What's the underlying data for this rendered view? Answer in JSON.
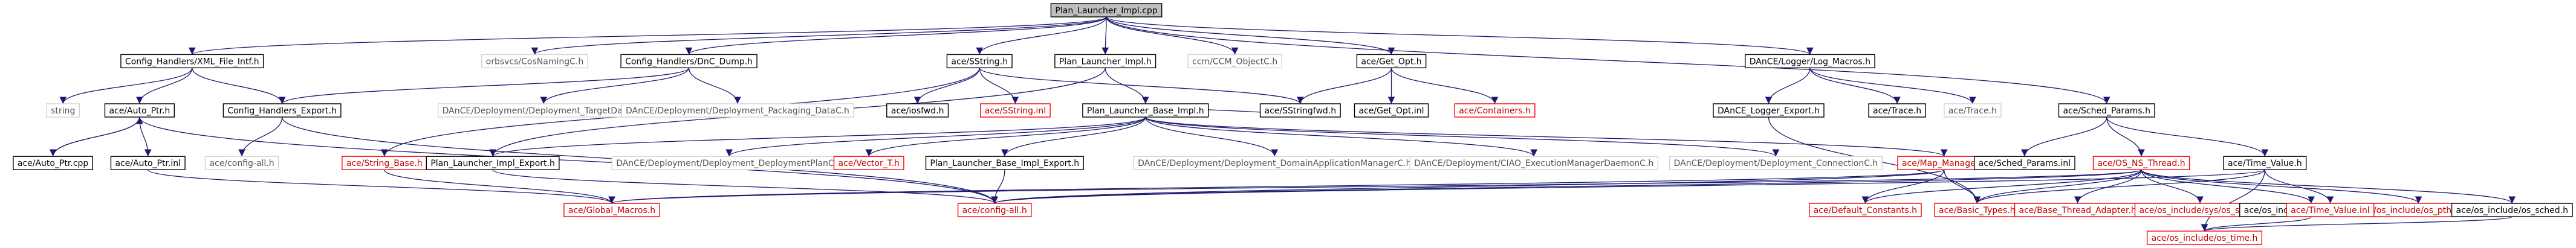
{
  "colors": {
    "edge": "#191970",
    "normal_border": "#000000",
    "missing_border": "#d3d3d3",
    "incomplete_border": "#ff0000",
    "root_fill": "#bfbfbf",
    "text_normal": "#000000",
    "text_missing": "#555555",
    "text_incomplete": "#c00000"
  },
  "nodes": [
    {
      "id": "root",
      "label": "Plan_Launcher_Impl.cpp",
      "style": "root"
    },
    {
      "id": "cfg_xml",
      "label": "Config_Handlers/XML_File_Intf.h",
      "style": "normal"
    },
    {
      "id": "orbsvcs",
      "label": "orbsvcs/CosNamingC.h",
      "style": "missing"
    },
    {
      "id": "cfg_dnc",
      "label": "Config_Handlers/DnC_Dump.h",
      "style": "normal"
    },
    {
      "id": "sstring",
      "label": "ace/SString.h",
      "style": "normal"
    },
    {
      "id": "pli_h",
      "label": "Plan_Launcher_Impl.h",
      "style": "normal"
    },
    {
      "id": "ccm_obj",
      "label": "ccm/CCM_ObjectC.h",
      "style": "missing"
    },
    {
      "id": "get_opt",
      "label": "ace/Get_Opt.h",
      "style": "normal"
    },
    {
      "id": "dance_log",
      "label": "DAnCE/Logger/Log_Macros.h",
      "style": "normal"
    },
    {
      "id": "string",
      "label": "string",
      "style": "missing"
    },
    {
      "id": "auto_ptr_h",
      "label": "ace/Auto_Ptr.h",
      "style": "normal"
    },
    {
      "id": "cfg_export",
      "label": "Config_Handlers_Export.h",
      "style": "normal"
    },
    {
      "id": "target_data",
      "label": "DAnCE/Deployment/Deployment_TargetDataC.h",
      "style": "missing"
    },
    {
      "id": "packaging",
      "label": "DAnCE/Deployment/Deployment_Packaging_DataC.h",
      "style": "missing"
    },
    {
      "id": "iosfwd",
      "label": "ace/iosfwd.h",
      "style": "normal"
    },
    {
      "id": "sstring_inl",
      "label": "ace/SString.inl",
      "style": "incomplete"
    },
    {
      "id": "plbi_h",
      "label": "Plan_Launcher_Base_Impl.h",
      "style": "normal"
    },
    {
      "id": "sstringfwd",
      "label": "ace/SStringfwd.h",
      "style": "normal"
    },
    {
      "id": "get_opt_inl",
      "label": "ace/Get_Opt.inl",
      "style": "normal"
    },
    {
      "id": "containers",
      "label": "ace/Containers.h",
      "style": "incomplete"
    },
    {
      "id": "dance_logger_export",
      "label": "DAnCE_Logger_Export.h",
      "style": "normal"
    },
    {
      "id": "trace_h",
      "label": "ace/Trace.h",
      "style": "normal"
    },
    {
      "id": "trace_h2",
      "label": "ace/Trace.h",
      "style": "missing"
    },
    {
      "id": "sched_params_h",
      "label": "ace/Sched_Params.h",
      "style": "normal"
    },
    {
      "id": "auto_ptr_cpp",
      "label": "ace/Auto_Ptr.cpp",
      "style": "normal"
    },
    {
      "id": "auto_ptr_inl",
      "label": "ace/Auto_Ptr.inl",
      "style": "normal"
    },
    {
      "id": "config_all_left",
      "label": "ace/config-all.h",
      "style": "missing"
    },
    {
      "id": "string_base",
      "label": "ace/String_Base.h",
      "style": "incomplete"
    },
    {
      "id": "pli_export",
      "label": "Plan_Launcher_Impl_Export.h",
      "style": "normal"
    },
    {
      "id": "plan_c",
      "label": "DAnCE/Deployment/Deployment_DeploymentPlanC.h",
      "style": "missing"
    },
    {
      "id": "vector_t",
      "label": "ace/Vector_T.h",
      "style": "incomplete"
    },
    {
      "id": "plbi_export",
      "label": "Plan_Launcher_Base_Impl_Export.h",
      "style": "normal"
    },
    {
      "id": "dam_c",
      "label": "DAnCE/Deployment/Deployment_DomainApplicationManagerC.h",
      "style": "missing"
    },
    {
      "id": "ciao_emd",
      "label": "DAnCE/Deployment/CIAO_ExecutionManagerDaemonC.h",
      "style": "missing"
    },
    {
      "id": "connection_c",
      "label": "DAnCE/Deployment/Deployment_ConnectionC.h",
      "style": "missing"
    },
    {
      "id": "map_manager",
      "label": "ace/Map_Manager.h",
      "style": "incomplete"
    },
    {
      "id": "sched_params_inl",
      "label": "ace/Sched_Params.inl",
      "style": "normal"
    },
    {
      "id": "os_ns_thread",
      "label": "ace/OS_NS_Thread.h",
      "style": "incomplete"
    },
    {
      "id": "time_value_h",
      "label": "ace/Time_Value.h",
      "style": "normal"
    },
    {
      "id": "global_macros",
      "label": "ace/Global_Macros.h",
      "style": "incomplete"
    },
    {
      "id": "config_all",
      "label": "ace/config-all.h",
      "style": "incomplete"
    },
    {
      "id": "default_constants",
      "label": "ace/Default_Constants.h",
      "style": "incomplete"
    },
    {
      "id": "basic_types",
      "label": "ace/Basic_Types.h",
      "style": "incomplete"
    },
    {
      "id": "base_thread_adapter",
      "label": "ace/Base_Thread_Adapter.h",
      "style": "incomplete"
    },
    {
      "id": "sys_sem",
      "label": "ace/os_include/sys/os_sem.h",
      "style": "incomplete"
    },
    {
      "id": "os_semaphore",
      "label": "ace/os_include/os_semaphore.h",
      "style": "normal"
    },
    {
      "id": "os_pthread",
      "label": "ace/os_include/os_pthread.h",
      "style": "incomplete"
    },
    {
      "id": "os_sched",
      "label": "ace/os_include/os_sched.h",
      "style": "normal"
    },
    {
      "id": "time_value_inl",
      "label": "ace/Time_Value.inl",
      "style": "incomplete"
    },
    {
      "id": "os_time",
      "label": "ace/os_include/os_time.h",
      "style": "incomplete"
    }
  ],
  "edges": [
    [
      "root",
      "cfg_xml"
    ],
    [
      "root",
      "orbsvcs"
    ],
    [
      "root",
      "cfg_dnc"
    ],
    [
      "root",
      "sstring"
    ],
    [
      "root",
      "pli_h"
    ],
    [
      "root",
      "ccm_obj"
    ],
    [
      "root",
      "get_opt"
    ],
    [
      "root",
      "dance_log"
    ],
    [
      "root",
      "sched_params_h"
    ],
    [
      "cfg_xml",
      "string"
    ],
    [
      "cfg_xml",
      "auto_ptr_h"
    ],
    [
      "cfg_xml",
      "cfg_export"
    ],
    [
      "cfg_dnc",
      "cfg_export"
    ],
    [
      "cfg_dnc",
      "target_data"
    ],
    [
      "cfg_dnc",
      "packaging"
    ],
    [
      "auto_ptr_h",
      "auto_ptr_cpp"
    ],
    [
      "auto_ptr_h",
      "auto_ptr_inl"
    ],
    [
      "auto_ptr_cpp",
      "auto_ptr_h"
    ],
    [
      "auto_ptr_inl",
      "global_macros"
    ],
    [
      "auto_ptr_h",
      "config_all"
    ],
    [
      "cfg_export",
      "config_all_left"
    ],
    [
      "cfg_export",
      "config_all"
    ],
    [
      "sstring",
      "iosfwd"
    ],
    [
      "sstring",
      "sstring_inl"
    ],
    [
      "sstring",
      "sstringfwd"
    ],
    [
      "sstring",
      "string_base"
    ],
    [
      "pli_h",
      "plbi_h"
    ],
    [
      "pli_h",
      "pli_export"
    ],
    [
      "plbi_h",
      "sstringfwd"
    ],
    [
      "plbi_h",
      "pli_export"
    ],
    [
      "plbi_h",
      "plan_c"
    ],
    [
      "plbi_h",
      "vector_t"
    ],
    [
      "plbi_h",
      "plbi_export"
    ],
    [
      "plbi_h",
      "dam_c"
    ],
    [
      "plbi_h",
      "ciao_emd"
    ],
    [
      "plbi_h",
      "connection_c"
    ],
    [
      "plbi_h",
      "map_manager"
    ],
    [
      "pli_export",
      "config_all"
    ],
    [
      "plbi_export",
      "config_all"
    ],
    [
      "get_opt",
      "sstringfwd"
    ],
    [
      "get_opt",
      "get_opt_inl"
    ],
    [
      "get_opt",
      "containers"
    ],
    [
      "dance_log",
      "dance_logger_export"
    ],
    [
      "dance_log",
      "trace_h"
    ],
    [
      "dance_log",
      "trace_h2"
    ],
    [
      "dance_logger_export",
      "basic_types"
    ],
    [
      "map_manager",
      "global_macros"
    ],
    [
      "map_manager",
      "config_all"
    ],
    [
      "map_manager",
      "default_constants"
    ],
    [
      "map_manager",
      "basic_types"
    ],
    [
      "string_base",
      "global_macros"
    ],
    [
      "sched_params_h",
      "sched_params_inl"
    ],
    [
      "sched_params_h",
      "os_ns_thread"
    ],
    [
      "sched_params_h",
      "time_value_h"
    ],
    [
      "os_ns_thread",
      "global_macros"
    ],
    [
      "os_ns_thread",
      "config_all"
    ],
    [
      "os_ns_thread",
      "default_constants"
    ],
    [
      "os_ns_thread",
      "basic_types"
    ],
    [
      "os_ns_thread",
      "base_thread_adapter"
    ],
    [
      "os_ns_thread",
      "sys_sem"
    ],
    [
      "os_ns_thread",
      "os_semaphore"
    ],
    [
      "os_ns_thread",
      "os_pthread"
    ],
    [
      "os_ns_thread",
      "os_sched"
    ],
    [
      "time_value_h",
      "config_all"
    ],
    [
      "time_value_h",
      "basic_types"
    ],
    [
      "time_value_h",
      "time_value_inl"
    ],
    [
      "time_value_h",
      "os_time"
    ],
    [
      "os_semaphore",
      "os_time"
    ],
    [
      "os_sched",
      "os_time"
    ]
  ]
}
